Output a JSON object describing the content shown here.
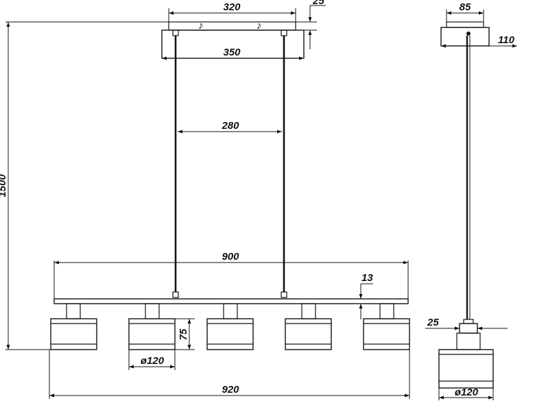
{
  "dimensions": {
    "canopy_width": "320",
    "canopy_thickness": "25",
    "canopy_outer_width": "350",
    "suspension_spacing": "280",
    "bar_length": "900",
    "bar_thickness": "13",
    "shade_height": "75",
    "shade_diameter": "ø120",
    "overall_width": "920",
    "total_height": "1500",
    "side_canopy_width": "85",
    "side_canopy_height": "110",
    "side_stem_width": "25",
    "side_shade_diameter": "ø120"
  },
  "colors": {
    "line": "#111111",
    "background": "#ffffff"
  }
}
